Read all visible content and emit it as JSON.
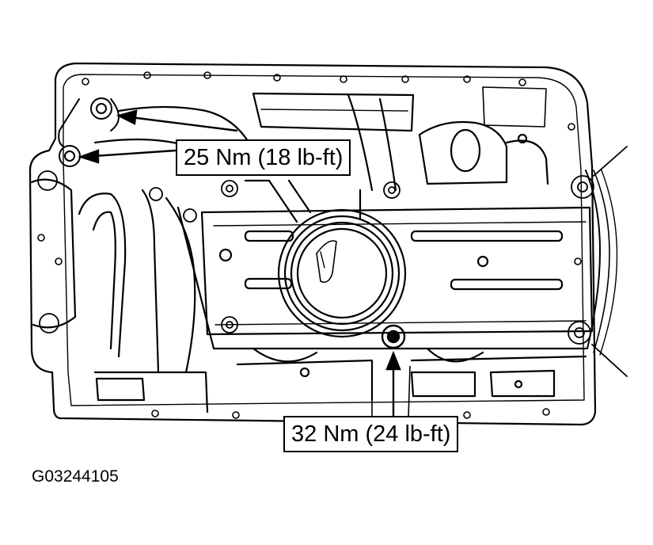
{
  "figure": {
    "id_label": "G03244105",
    "colors": {
      "line": "#000000",
      "background": "#ffffff"
    }
  },
  "callouts": {
    "upper_torque": "25 Nm (18 lb-ft)",
    "lower_torque": "32 Nm (24 lb-ft)"
  }
}
